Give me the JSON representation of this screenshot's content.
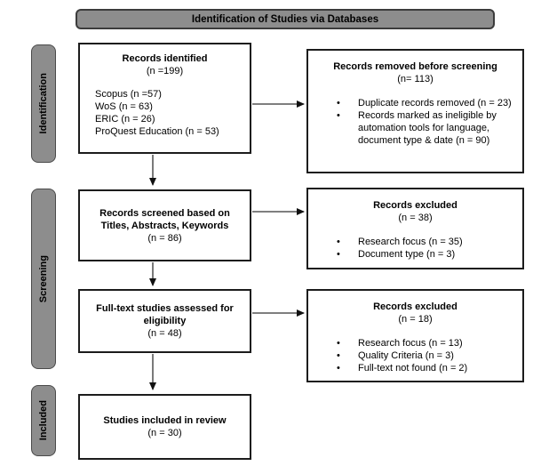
{
  "header": {
    "title": "Identification of Studies via Databases"
  },
  "stages": {
    "identification": "Identification",
    "screening": "Screening",
    "included": "Included"
  },
  "boxes": {
    "records_identified": {
      "title": "Records identified",
      "count": "(n =199)",
      "sources": [
        "Scopus (n =57)",
        "WoS (n = 63)",
        "ERIC (n = 26)",
        "ProQuest Education (n = 53)"
      ]
    },
    "records_removed": {
      "title": "Records removed before screening",
      "count": "(n= 113)",
      "bullets": [
        "Duplicate records removed (n = 23)",
        "Records marked as ineligible by automation tools for language, document type & date (n = 90)"
      ]
    },
    "records_screened": {
      "title": "Records screened based on Titles, Abstracts, Keywords",
      "count": "(n = 86)"
    },
    "records_excluded_screening": {
      "title": "Records excluded",
      "count": "(n = 38)",
      "bullets": [
        "Research focus (n = 35)",
        "Document type (n = 3)"
      ]
    },
    "fulltext_assessed": {
      "title": "Full-text studies assessed for eligibility",
      "count": "(n = 48)"
    },
    "records_excluded_eligibility": {
      "title": "Records excluded",
      "count": "(n = 18)",
      "bullets": [
        "Research focus (n = 13)",
        "Quality Criteria (n = 3)",
        "Full-text not found (n = 2)"
      ]
    },
    "studies_included": {
      "title": "Studies included in review",
      "count": "(n = 30)"
    }
  },
  "colors": {
    "stage_fill": "#8d8d8d",
    "stage_border": "#4a4a4a",
    "box_border": "#1c1c1c",
    "arrow": "#333333",
    "background": "#ffffff",
    "text": "#000000"
  }
}
